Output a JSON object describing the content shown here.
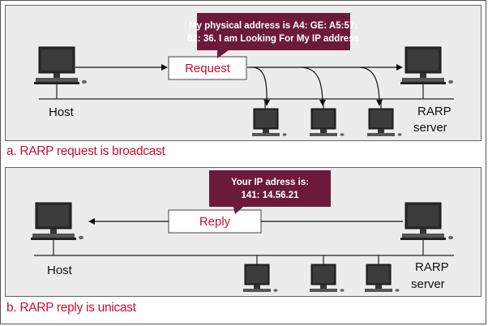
{
  "colors": {
    "accent": "#c8102e",
    "note_bg": "#6b1a3a",
    "panel_bg": "#ececec"
  },
  "panel_a": {
    "caption": "a. RARP request is broadcast",
    "message": "Request",
    "note_line1": "My physical address is A4: GE: A5:57:",
    "note_line2": "82: 36. I am Looking For My IP address",
    "host_label": "Host",
    "server_label_1": "RARP",
    "server_label_2": "server"
  },
  "panel_b": {
    "caption": "b. RARP reply is unicast",
    "message": "Reply",
    "note_line1": "Your IP adress is:",
    "note_line2": "141: 14.56.21",
    "host_label": "Host",
    "server_label_1": "RARP",
    "server_label_2": "server"
  },
  "icons": {
    "computer": "desktop-computer-icon"
  }
}
